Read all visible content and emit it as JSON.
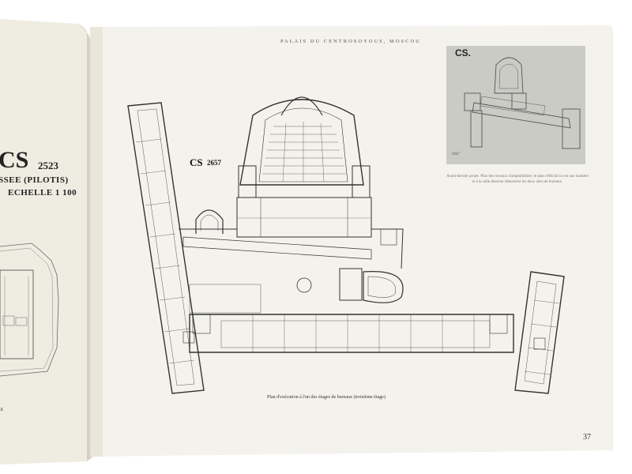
{
  "book": {
    "header_title": "PALAIS DU CENTROSOYOUS, MOSCOU",
    "page_number": "37",
    "plan_caption": "Plan d'exécution à l'un des étages de bureaux (troisième étage)",
    "plan_label_prefix": "CS",
    "plan_label_number": "2657",
    "photo_label": "CS.",
    "photo_number": "2047",
    "photo_caption": "Avant-dernier projet. Plan des niveaux d'amphithéâtre; le plan réfléchit ici en une manière et à la salle dessiner démontrer les deux ailes de bureaux.",
    "left_page": {
      "label_prefix": "CS",
      "label_number": "2523",
      "line1": "SSEE (PILOTIS)",
      "line2": "ECHELLE 1 100",
      "edge_text": "la"
    }
  },
  "colors": {
    "page": "#f4f2ec",
    "background": "#ffffff",
    "ink": "#333333",
    "photo": "#c9c9c5"
  }
}
